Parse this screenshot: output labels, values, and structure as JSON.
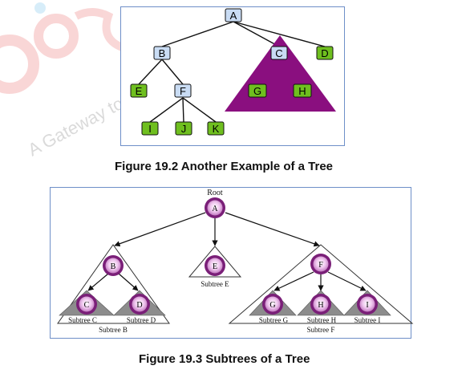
{
  "figure1": {
    "caption": "Figure 19.2 Another Example of a Tree",
    "nodes": {
      "A": "A",
      "B": "B",
      "C": "C",
      "D": "D",
      "E": "E",
      "F": "F",
      "G": "G",
      "H": "H",
      "I": "I",
      "J": "J",
      "K": "K"
    },
    "colors": {
      "internal_fill": "#c9dcf4",
      "leaf_fill": "#6fbf1f",
      "subtree_fill": "#8a0f7f",
      "edge": "#111111"
    }
  },
  "figure2": {
    "caption": "Figure 19.3 Subtrees of a Tree",
    "root_label": "Root",
    "nodes": {
      "A": "A",
      "B": "B",
      "C": "C",
      "D": "D",
      "E": "E",
      "F": "F",
      "G": "G",
      "H": "H",
      "I": "I"
    },
    "subtree_labels": {
      "C": "Subtree C",
      "D": "Subtree D",
      "B": "Subtree B",
      "E": "Subtree E",
      "G": "Subtree G",
      "H": "Subtree H",
      "I": "Subtree I",
      "F": "Subtree F"
    },
    "colors": {
      "node_outer": "#7a1f78",
      "node_inner": "#f0c8ef",
      "gray_triangle": "#8c8c8c"
    }
  },
  "watermark": {
    "logo_text": "ළ ग",
    "text": "A Gateway to All Post G"
  }
}
